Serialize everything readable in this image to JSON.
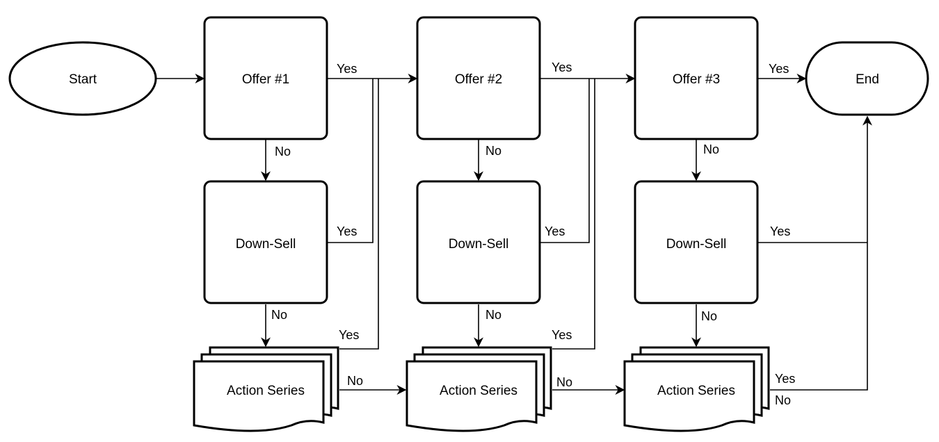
{
  "nodes": {
    "start": "Start",
    "offer1": "Offer #1",
    "offer2": "Offer #2",
    "offer3": "Offer #3",
    "end": "End",
    "downsell1": "Down-Sell",
    "downsell2": "Down-Sell",
    "downsell3": "Down-Sell",
    "action1": "Action Series",
    "action2": "Action Series",
    "action3": "Action Series"
  },
  "edges": {
    "offer1_yes": "Yes",
    "offer1_no": "No",
    "downsell1_yes": "Yes",
    "downsell1_no": "No",
    "action1_yes": "Yes",
    "action1_no": "No",
    "offer2_yes": "Yes",
    "offer2_no": "No",
    "downsell2_yes": "Yes",
    "downsell2_no": "No",
    "action2_yes": "Yes",
    "action2_no": "No",
    "offer3_yes": "Yes",
    "offer3_no": "No",
    "downsell3_yes": "Yes",
    "downsell3_no": "No",
    "action3_yes": "Yes",
    "action3_no": "No"
  }
}
